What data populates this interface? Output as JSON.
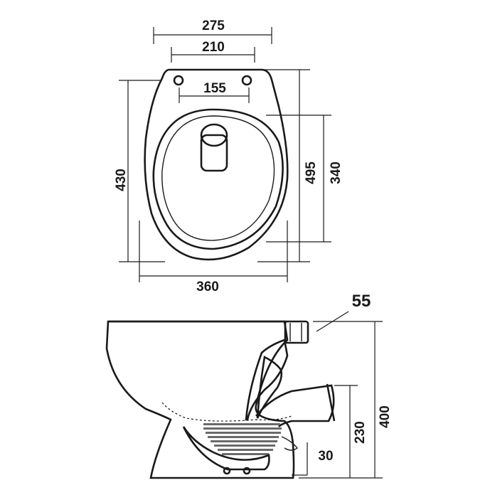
{
  "top_view": {
    "dimensions": {
      "width_outer": "275",
      "width_holes": "210",
      "hole_spacing": "155",
      "depth_left": "430",
      "depth_right": "495",
      "depth_bowl": "340",
      "base_width": "360"
    }
  },
  "side_view": {
    "dimensions": {
      "outlet_diameter": "55",
      "total_height": "400",
      "outlet_height": "230",
      "base_offset": "30"
    }
  }
}
